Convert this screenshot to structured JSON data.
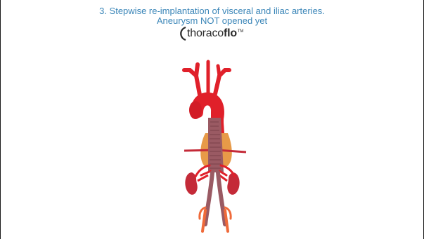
{
  "caption": {
    "line1": "3. Stepwise re-implantation of visceral and iliac arteries.",
    "line2": "Aneurysm NOT opened yet"
  },
  "logo": {
    "prefix": "thoraco",
    "bold": "flo",
    "tm": "TM"
  },
  "colors": {
    "caption_text": "#3b86b8",
    "artery_red": "#e0202a",
    "graft_purple": "#9a5a63",
    "aneurysm_orange": "#e79a48",
    "kidney": "#c42a38",
    "iliac_orange": "#ef6a3a"
  }
}
